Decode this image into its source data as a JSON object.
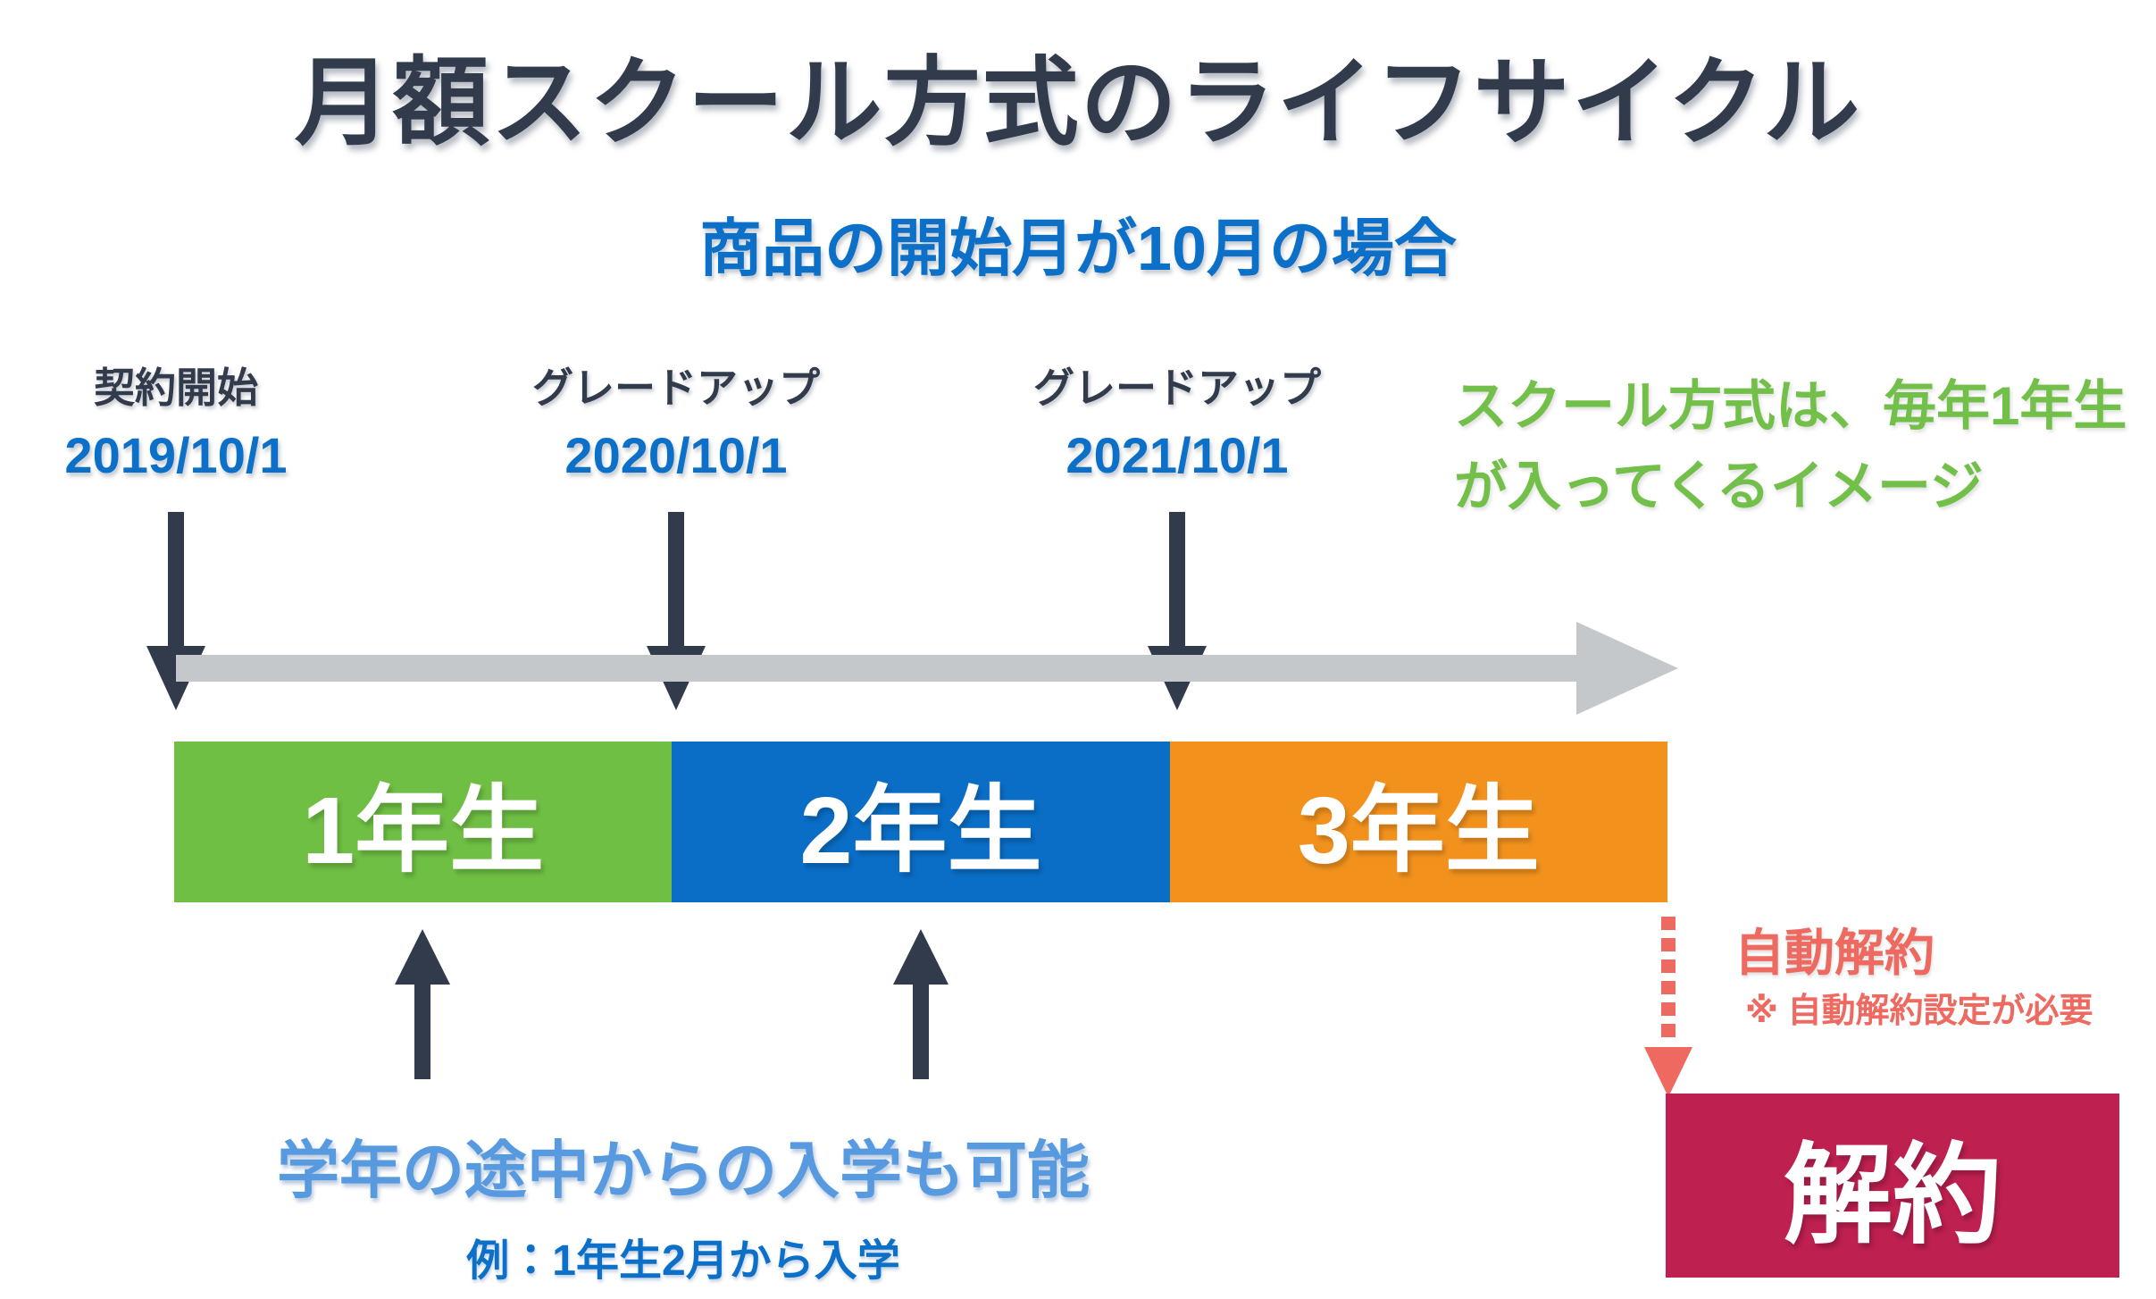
{
  "page": {
    "title": "月額スクール方式のライフサイクル",
    "subtitle": "商品の開始月が10月の場合"
  },
  "milestones": [
    {
      "label": "契約開始",
      "date": "2019/10/1"
    },
    {
      "label": "グレードアップ",
      "date": "2020/10/1"
    },
    {
      "label": "グレードアップ",
      "date": "2021/10/1"
    }
  ],
  "school_note": {
    "line1": "スクール方式は、毎年1年生",
    "line2": "が入ってくるイメージ"
  },
  "timeline": {
    "segments": [
      {
        "label": "1年生",
        "color": "#6fbf44"
      },
      {
        "label": "2年生",
        "color": "#0a6ec6"
      },
      {
        "label": "3年生",
        "color": "#f2921d"
      }
    ]
  },
  "entry_note": {
    "headline": "学年の途中からの入学も可能",
    "example": "例：1年生2月から入学"
  },
  "auto_cancel": {
    "label": "自動解約",
    "note": "※ 自動解約設定が必要"
  },
  "cancel_box": {
    "label": "解約"
  },
  "colors": {
    "navy": "#313b4b",
    "blue": "#0c70c8",
    "light_blue": "#579ae0",
    "green": "#6fbf44",
    "green_text": "#72c04a",
    "bar_blue": "#0a6ec6",
    "orange": "#f2921d",
    "gray": "#c5c8ca",
    "salmon": "#ee6a60",
    "crimson": "#be2050",
    "white": "#ffffff"
  }
}
